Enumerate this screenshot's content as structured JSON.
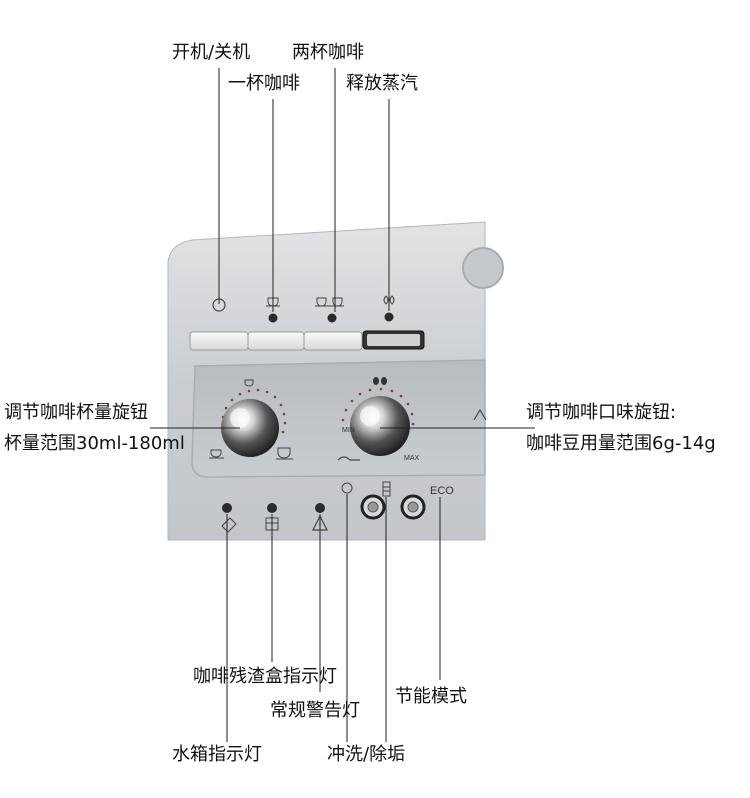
{
  "labels": {
    "power": "开机/关机",
    "two_cups": "两杯咖啡",
    "one_cup": "一杯咖啡",
    "steam": "释放蒸汽",
    "left_knob_title": "调节咖啡杯量旋钮",
    "left_knob_range": "杯量范围30ml-180ml",
    "right_knob_title": "调节咖啡口味旋钮:",
    "right_knob_range": "咖啡豆用量范围6g-14g",
    "grounds_light": "咖啡残渣盒指示灯",
    "alarm_light": "常规警告灯",
    "eco_mode": "节能模式",
    "water_tank_light": "水箱指示灯",
    "rinse_descale": "冲洗/除垢"
  },
  "panel": {
    "min_text": "MIN",
    "max_text": "MAX",
    "eco_text": "ECO"
  },
  "colors": {
    "panel_silver": "#cfd2d5",
    "panel_inner": "#bcc1c6",
    "led": "#2b2b2b",
    "leader_line": "#222222"
  }
}
